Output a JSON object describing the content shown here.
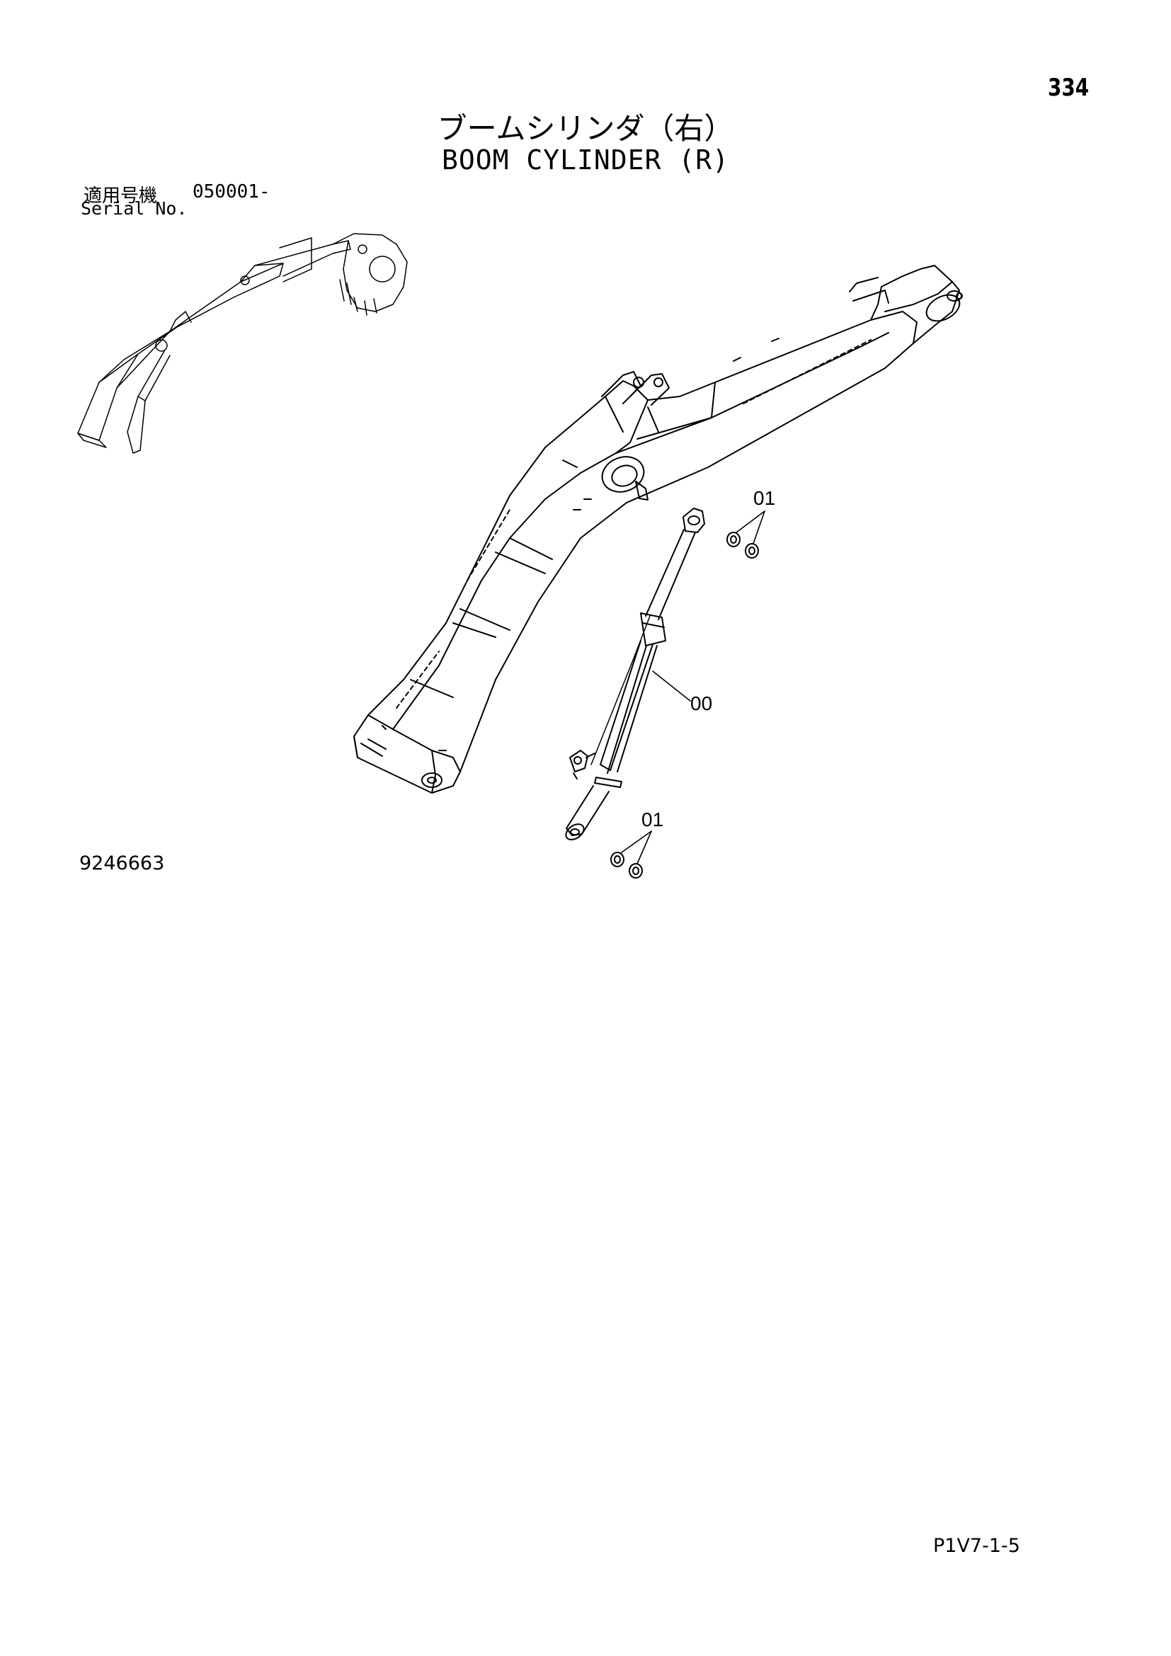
{
  "page": {
    "number": "334",
    "title_jp": "ブームシリンダ（右）",
    "title_en": "BOOM CYLINDER (R)",
    "serial_label_jp": "適用号機",
    "serial_value": "050001-",
    "serial_label_en": "Serial No.",
    "drawing_id": "9246663",
    "footer_code": "P1V7-1-5"
  },
  "callouts": [
    {
      "label": "01"
    },
    {
      "label": "00"
    },
    {
      "label": "01"
    }
  ]
}
